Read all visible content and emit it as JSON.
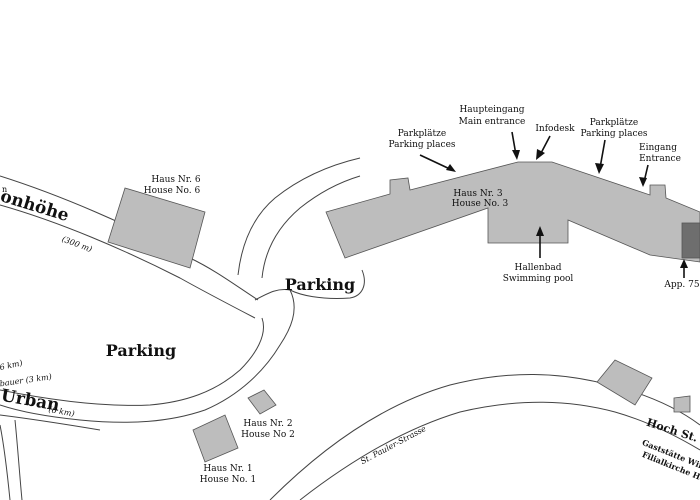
{
  "map": {
    "labels": {
      "haus6_de": "Haus Nr. 6",
      "haus6_en": "House No. 6",
      "haus3_de": "Haus Nr. 3",
      "haus3_en": "House No. 3",
      "haus2_de": "Haus Nr. 2",
      "haus2_en": "House No 2",
      "haus1_de": "Haus Nr. 1",
      "haus1_en": "House No. 1",
      "parking_top": "Parking",
      "parking_left": "Parking",
      "parkplaetze1_de": "Parkplätze",
      "parkplaetze1_en": "Parking places",
      "parkplaetze2_de": "Parkplätze",
      "parkplaetze2_en": "Parking places",
      "haupteingang_de": "Haupteingang",
      "haupteingang_en": "Main entrance",
      "infodesk": "Infodesk",
      "eingang_de": "Eingang",
      "eingang_en": "Entrance",
      "hallenbad_de": "Hallenbad",
      "hallenbad_en": "Swimming pool",
      "app75": "App. 75",
      "road_onhoehe": "onhöhe",
      "road_onhoehe_dist": "(300 m)",
      "road_urban": "Urban",
      "road_urban_dist": "(6 km)",
      "road_bauer": "bauer (3 km)",
      "road_6km_left": "6 km)",
      "road_st_pauler": "St. Pauler-Strasse",
      "road_hoch": "Hoch St. P",
      "gast1": "Gaststätte Win",
      "gast2": "Filialkirche Hoc",
      "edge_n": "n"
    },
    "colors": {
      "building": "#bdbdbd",
      "building_dark": "#6e6e6e",
      "road_line": "#444444"
    }
  }
}
